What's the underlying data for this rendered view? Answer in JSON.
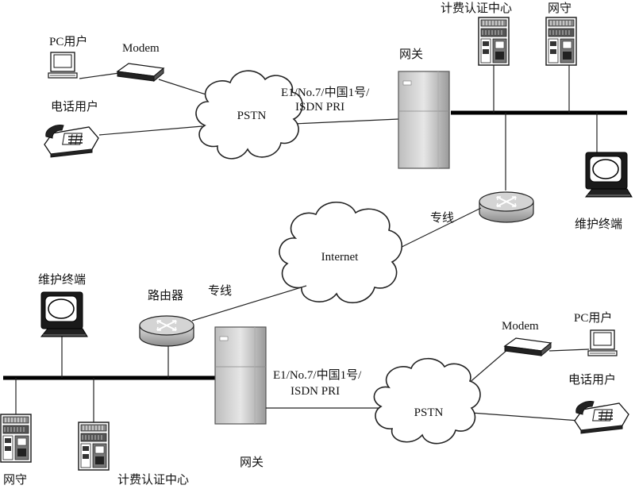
{
  "labels": {
    "pc_user_top": "PC用户",
    "modem_top": "Modem",
    "phone_user_top": "电话用户",
    "pstn_top": "PSTN",
    "link_top_line1": "E1/No.7/中国1号/",
    "link_top_line2": "ISDN PRI",
    "gateway_top": "网关",
    "billing_top": "计费认证中心",
    "gatekeeper_top": "网守",
    "maint_top": "维护终端",
    "leased_top": "专线",
    "internet": "Internet",
    "maint_bottom": "维护终端",
    "router_bottom": "路由器",
    "leased_bottom": "专线",
    "link_bottom_line1": "E1/No.7/中国1号/",
    "link_bottom_line2": "ISDN PRI",
    "modem_bottom": "Modem",
    "pc_user_bottom": "PC用户",
    "phone_user_bottom": "电话用户",
    "pstn_bottom": "PSTN",
    "gatekeeper_bottom": "网守",
    "billing_bottom": "计费认证中心",
    "gateway_bottom": "网关"
  }
}
